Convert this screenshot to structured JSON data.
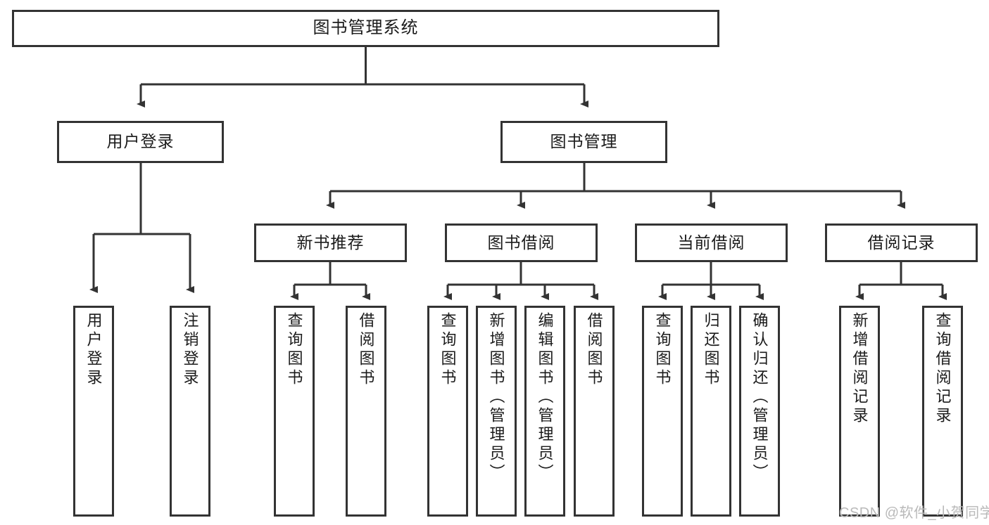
{
  "diagram": {
    "title": "图书管理系统",
    "type": "hierarchy-tree",
    "root": {
      "label": "图书管理系统"
    },
    "level2": [
      {
        "key": "user-login",
        "label": "用户登录"
      },
      {
        "key": "book-management",
        "label": "图书管理"
      }
    ],
    "level3": [
      {
        "key": "new-book-recommend",
        "label": "新书推荐"
      },
      {
        "key": "book-borrow",
        "label": "图书借阅"
      },
      {
        "key": "current-borrow",
        "label": "当前借阅"
      },
      {
        "key": "borrow-record",
        "label": "借阅记录"
      }
    ],
    "leaves": {
      "user_login": [
        {
          "key": "leaf-user-login",
          "label": "用户登录"
        },
        {
          "key": "leaf-logout-login",
          "label": "注销登录"
        }
      ],
      "new_book_recommend": [
        {
          "key": "leaf-query-book-1",
          "label": "查询图书"
        },
        {
          "key": "leaf-borrow-book-1",
          "label": "借阅图书"
        }
      ],
      "book_borrow": [
        {
          "key": "leaf-query-book-2",
          "label": "查询图书"
        },
        {
          "key": "leaf-add-book-admin",
          "label": "新增图书（管理员）"
        },
        {
          "key": "leaf-edit-book-admin",
          "label": "编辑图书（管理员）"
        },
        {
          "key": "leaf-borrow-book-2",
          "label": "借阅图书"
        }
      ],
      "current_borrow": [
        {
          "key": "leaf-query-book-3",
          "label": "查询图书"
        },
        {
          "key": "leaf-return-book",
          "label": "归还图书"
        },
        {
          "key": "leaf-confirm-return-admin",
          "label": "确认归还（管理员）"
        }
      ],
      "borrow_record": [
        {
          "key": "leaf-add-borrow-record",
          "label": "新增借阅记录"
        },
        {
          "key": "leaf-query-borrow-record",
          "label": "查询借阅记录"
        }
      ]
    },
    "watermark": "CSDN @软件_小贺同学",
    "colors": {
      "stroke": "#333333",
      "background": "#ffffff",
      "text": "#1b1b1b",
      "watermark": "#b9b9b9"
    }
  }
}
